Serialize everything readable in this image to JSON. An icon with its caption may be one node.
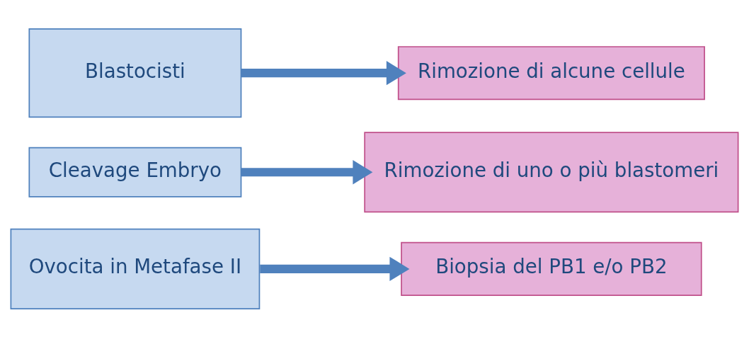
{
  "diagram": {
    "nodes": [
      {
        "text": [
          "Ovocita in Metafase II"
        ]
      },
      {
        "text": [
          "Biopsia del PB1 e/o PB2"
        ]
      },
      {
        "text": [
          "Cleavage Embryo"
        ]
      },
      {
        "text": [
          "Rimozione di uno o più blastomeri"
        ]
      },
      {
        "text": [
          "Blastocisti"
        ]
      },
      {
        "text": [
          "Rimozione di alcune cellule"
        ]
      }
    ],
    "edges": [
      {
        "from": 0,
        "to": 1,
        "arrow": "to"
      },
      {
        "from": 2,
        "to": 3,
        "arrow": "to"
      },
      {
        "from": 4,
        "to": 5,
        "arrow": "to"
      }
    ]
  }
}
